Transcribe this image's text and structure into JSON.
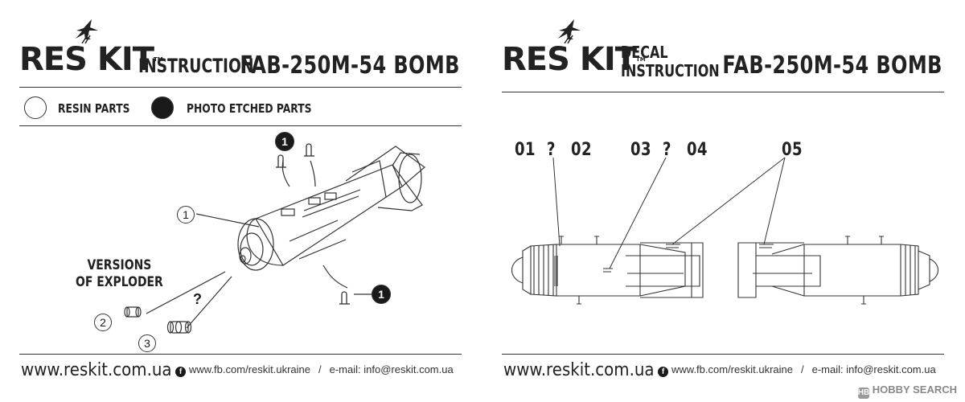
{
  "left_page": {
    "logo": {
      "text": "RES KIT",
      "tm": "TM"
    },
    "header_instruction": "INSTRUCTION",
    "title": "FAB-250M-54 BOMB",
    "legend": {
      "resin_label": "RESIN PARTS",
      "pe_label": "PHOTO ETCHED PARTS"
    },
    "versions_line1": "VERSIONS",
    "versions_line2": "OF EXPLODER",
    "callouts": {
      "pe_top": "1",
      "resin_body": "1",
      "pe_bottom": "1",
      "exploder_a": "2",
      "exploder_b": "3"
    },
    "question_mark": "?"
  },
  "right_page": {
    "logo": {
      "text": "RES KIT",
      "tm": "TM"
    },
    "header_decal": "DECAL",
    "header_instruction": "INSTRUCTION",
    "title": "FAB-250M-54 BOMB",
    "decal_labels": {
      "d01": "01",
      "q1": "?",
      "d02": "02",
      "d03": "03",
      "q2": "?",
      "d04": "04",
      "d05": "05"
    }
  },
  "footer": {
    "website": "www.reskit.com.ua",
    "fb_icon_letter": "f",
    "facebook": "www.fb.com/reskit.ukraine",
    "separator": "/",
    "email": "e-mail: info@reskit.com.ua"
  },
  "watermark": {
    "badge": "HB",
    "text": "HOBBY SEARCH"
  },
  "icons": [
    "jet-fighter-icon",
    "facebook-icon"
  ]
}
